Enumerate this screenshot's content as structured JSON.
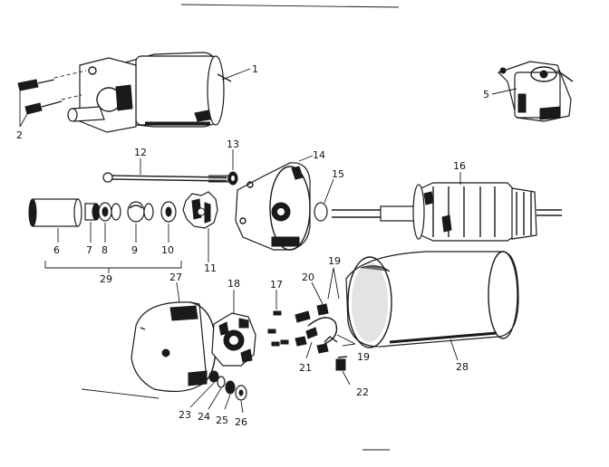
{
  "labels": {
    "l1": "1",
    "l2": "2",
    "l5": "5",
    "l6": "6",
    "l7": "7",
    "l8": "8",
    "l9": "9",
    "l10": "10",
    "l11": "11",
    "l12": "12",
    "l13": "13",
    "l14": "14",
    "l15": "15",
    "l16": "16",
    "l17": "17",
    "l18": "18",
    "l19a": "19",
    "l19b": "19",
    "l20": "20",
    "l21": "21",
    "l22": "22",
    "l23": "23",
    "l24": "24",
    "l25": "25",
    "l26": "26",
    "l27": "27",
    "l28": "28",
    "l29": "29"
  }
}
